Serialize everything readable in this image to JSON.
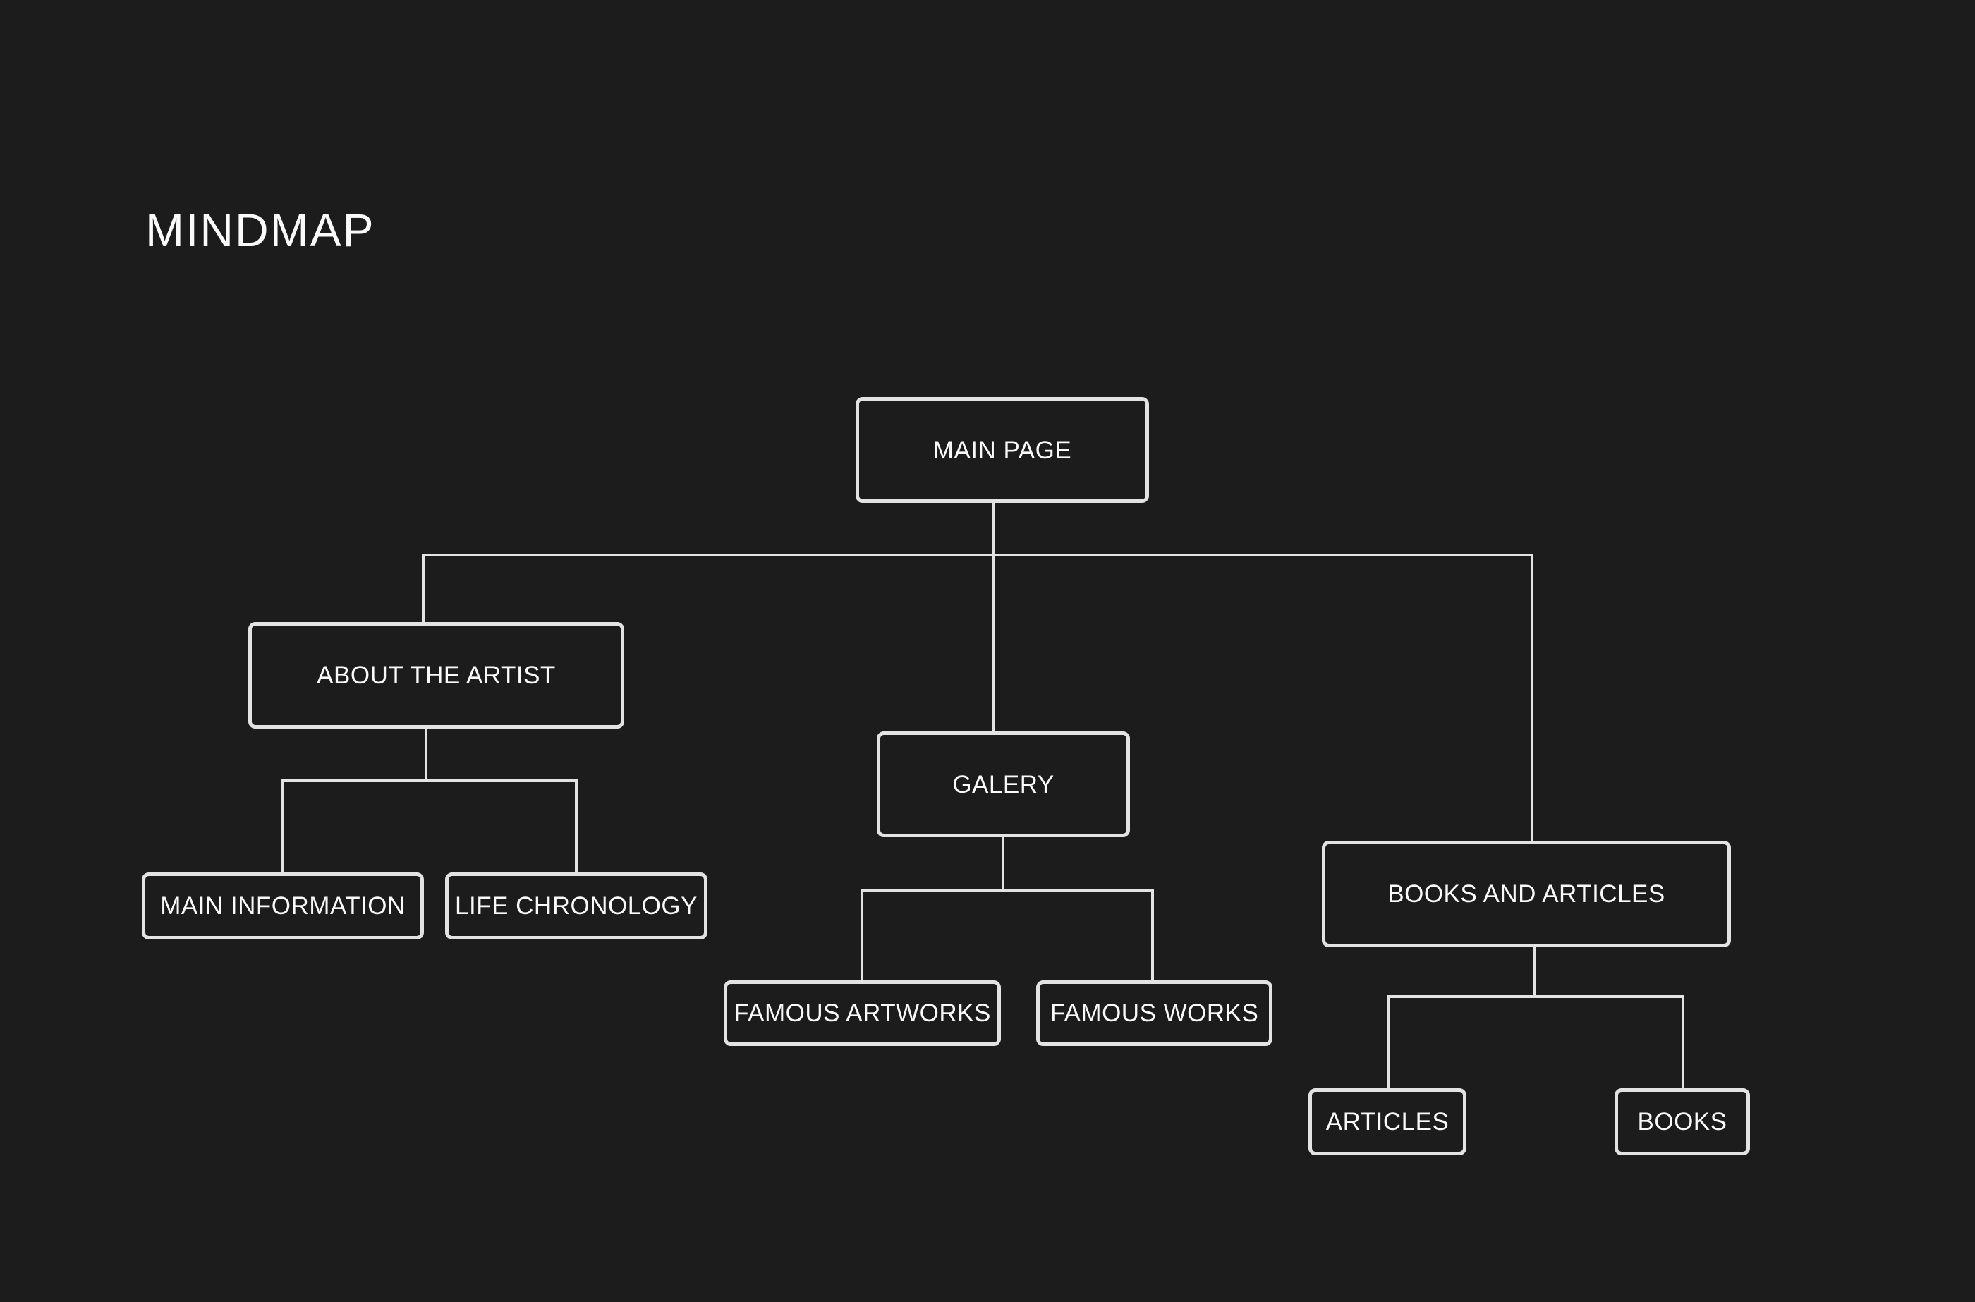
{
  "title": "MINDMAP",
  "colors": {
    "background": "#1c1c1c",
    "line": "#e3e3e3",
    "text": "#fafafa"
  },
  "nodes": {
    "main_page": {
      "label": "MAIN PAGE",
      "children": [
        "about_the_artist",
        "galery",
        "books_and_articles"
      ]
    },
    "about_the_artist": {
      "label": "ABOUT THE ARTIST",
      "children": [
        "main_information",
        "life_chronology"
      ]
    },
    "galery": {
      "label": "GALERY",
      "children": [
        "famous_artworks",
        "famous_works"
      ]
    },
    "books_and_articles": {
      "label": "BOOKS AND ARTICLES",
      "children": [
        "articles",
        "books"
      ]
    },
    "main_information": {
      "label": "MAIN INFORMATION",
      "children": []
    },
    "life_chronology": {
      "label": "LIFE CHRONOLOGY",
      "children": []
    },
    "famous_artworks": {
      "label": "FAMOUS ARTWORKS",
      "children": []
    },
    "famous_works": {
      "label": "FAMOUS WORKS",
      "children": []
    },
    "articles": {
      "label": "ARTICLES",
      "children": []
    },
    "books": {
      "label": "BOOKS",
      "children": []
    }
  }
}
